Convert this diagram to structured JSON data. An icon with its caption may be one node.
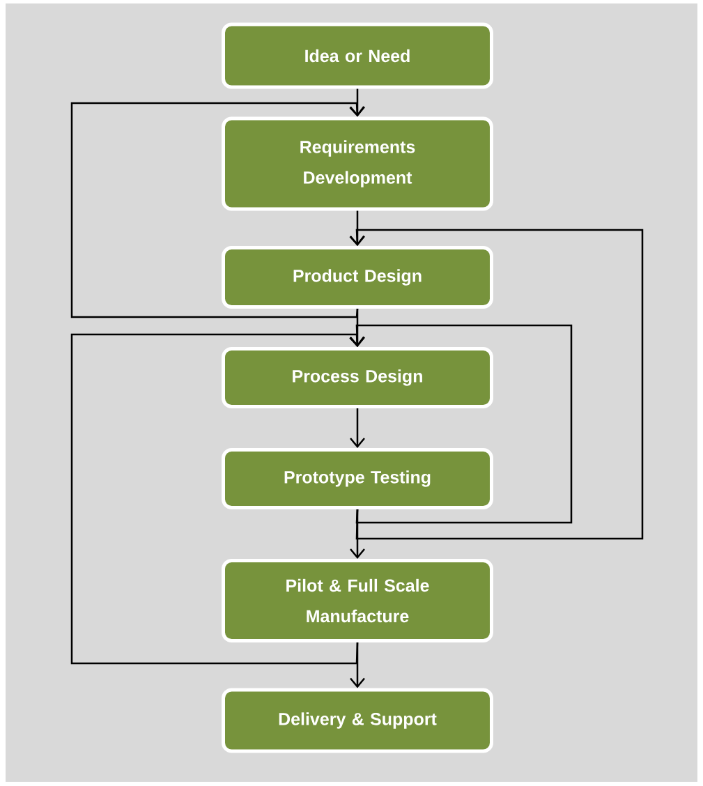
{
  "diagram": {
    "nodes": [
      {
        "text": [
          "Idea or Need"
        ]
      },
      {
        "text": [
          "Requirements Development"
        ]
      },
      {
        "text": [
          "Product Design"
        ]
      },
      {
        "text": [
          "Process Design"
        ]
      },
      {
        "text": [
          "Prototype Testing"
        ]
      },
      {
        "text": [
          "Pilot & Full Scale Manufacture"
        ]
      },
      {
        "text": [
          "Delivery & Support"
        ]
      }
    ],
    "edges": [
      {
        "from": 0,
        "to": 1,
        "arrow": "to"
      },
      {
        "from": 1,
        "to": 2,
        "arrow": "to"
      },
      {
        "from": 2,
        "to": 3,
        "arrow": "to"
      },
      {
        "from": 3,
        "to": 4,
        "arrow": "to"
      },
      {
        "from": 4,
        "to": 5,
        "arrow": "to"
      },
      {
        "from": 5,
        "to": 6,
        "arrow": "to"
      },
      {
        "from": 2,
        "to": 1,
        "arrow": "to"
      },
      {
        "from": 4,
        "to": 3,
        "arrow": "to"
      },
      {
        "from": 4,
        "to": 2,
        "arrow": "to"
      },
      {
        "from": 5,
        "to": 3,
        "arrow": "to"
      }
    ]
  }
}
